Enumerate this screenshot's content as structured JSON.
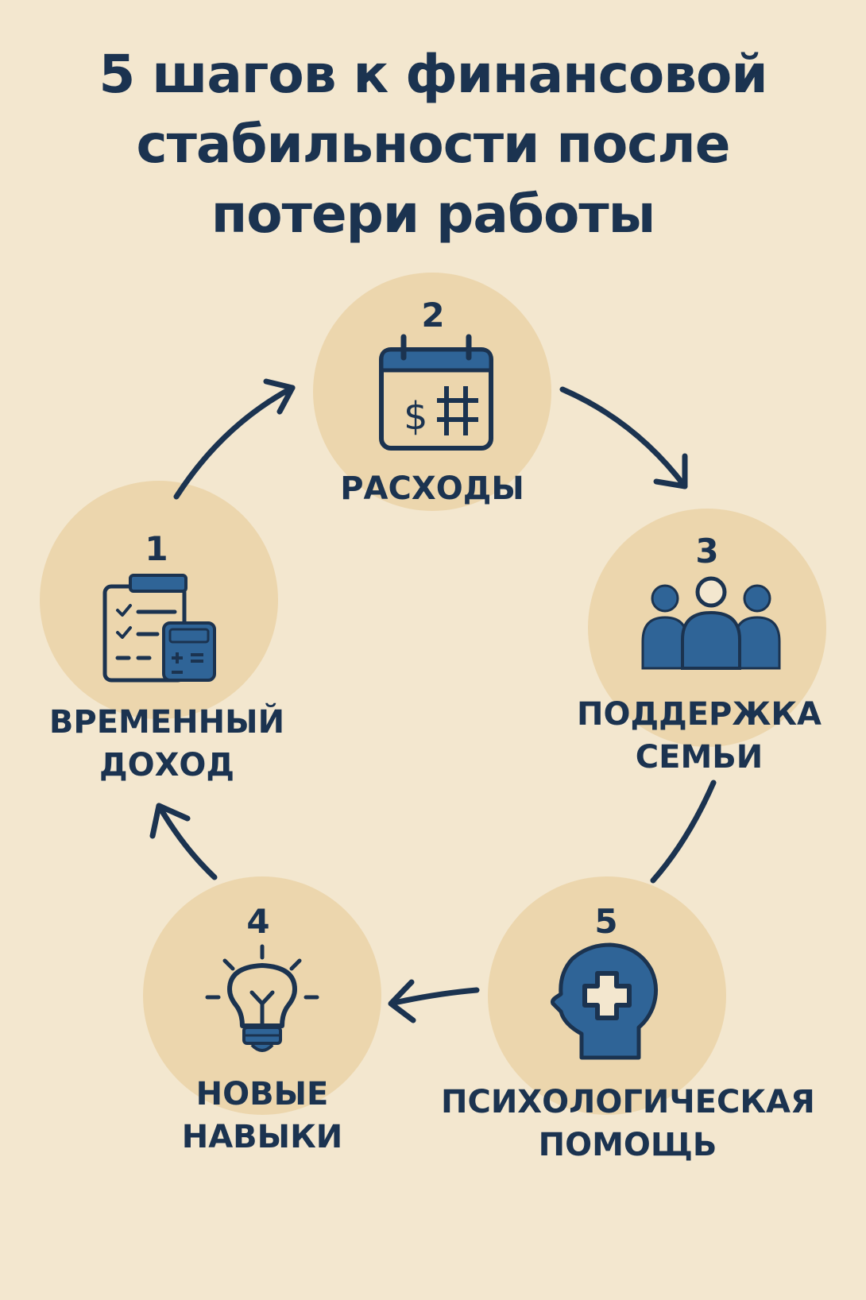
{
  "title": {
    "line1": "5 шагов к финансовой",
    "line2": "стабильности после",
    "line3": "потери работы"
  },
  "colors": {
    "background": "#f3e7cf",
    "circle_fill": "#ecd6ad",
    "text_dark": "#1b3350",
    "icon_blue": "#2f6497"
  },
  "steps": [
    {
      "number": "1",
      "label_line1": "ВРЕМЕННЫЙ",
      "label_line2": "ДОХОД",
      "icon": "checklist-calculator-icon"
    },
    {
      "number": "2",
      "label_line1": "РАСХОДЫ",
      "label_line2": "",
      "icon": "calendar-dollar-icon"
    },
    {
      "number": "3",
      "label_line1": "ПОДДЕРЖКА",
      "label_line2": "СЕМЬИ",
      "icon": "people-group-icon"
    },
    {
      "number": "4",
      "label_line1": "НОВЫЕ",
      "label_line2": "НАВЫКИ",
      "icon": "lightbulb-icon"
    },
    {
      "number": "5",
      "label_line1": "ПСИХОЛОГИЧЕСКАЯ",
      "label_line2": "ПОМОЩЬ",
      "icon": "head-medical-cross-icon"
    }
  ]
}
